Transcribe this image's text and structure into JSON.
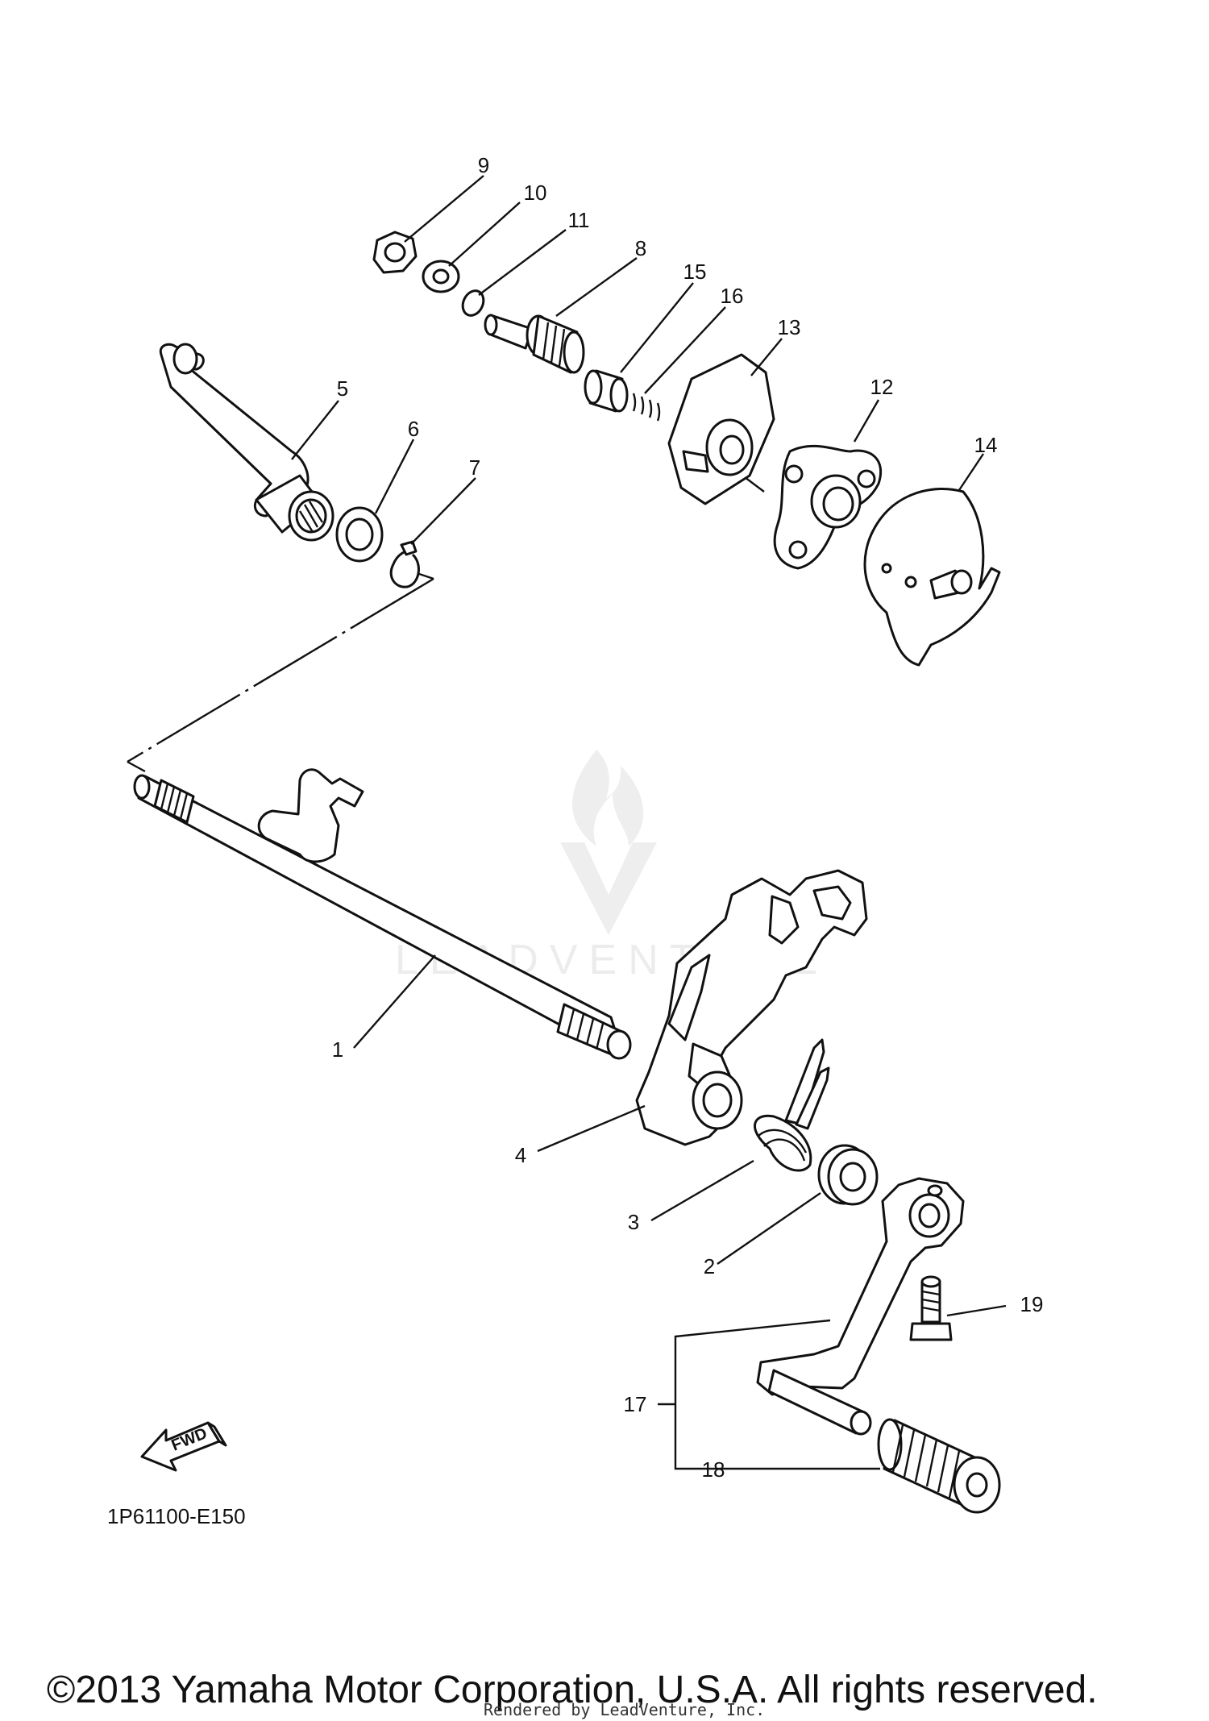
{
  "diagram": {
    "callouts": {
      "p1": "1",
      "p2": "2",
      "p3": "3",
      "p4": "4",
      "p5": "5",
      "p6": "6",
      "p7": "7",
      "p8": "8",
      "p9": "9",
      "p10": "10",
      "p11": "11",
      "p12": "12",
      "p13": "13",
      "p14": "14",
      "p15": "15",
      "p16": "16",
      "p17": "17",
      "p18": "18",
      "p19": "19"
    },
    "part_code": "1P61100-E150",
    "fwd_label": "FWD"
  },
  "watermark": {
    "text": "LEADVENTURE"
  },
  "footer": {
    "copyright": "©2013 Yamaha Motor Corporation, U.S.A. All rights reserved.",
    "rendered_by": "Rendered by LeadVenture, Inc."
  }
}
